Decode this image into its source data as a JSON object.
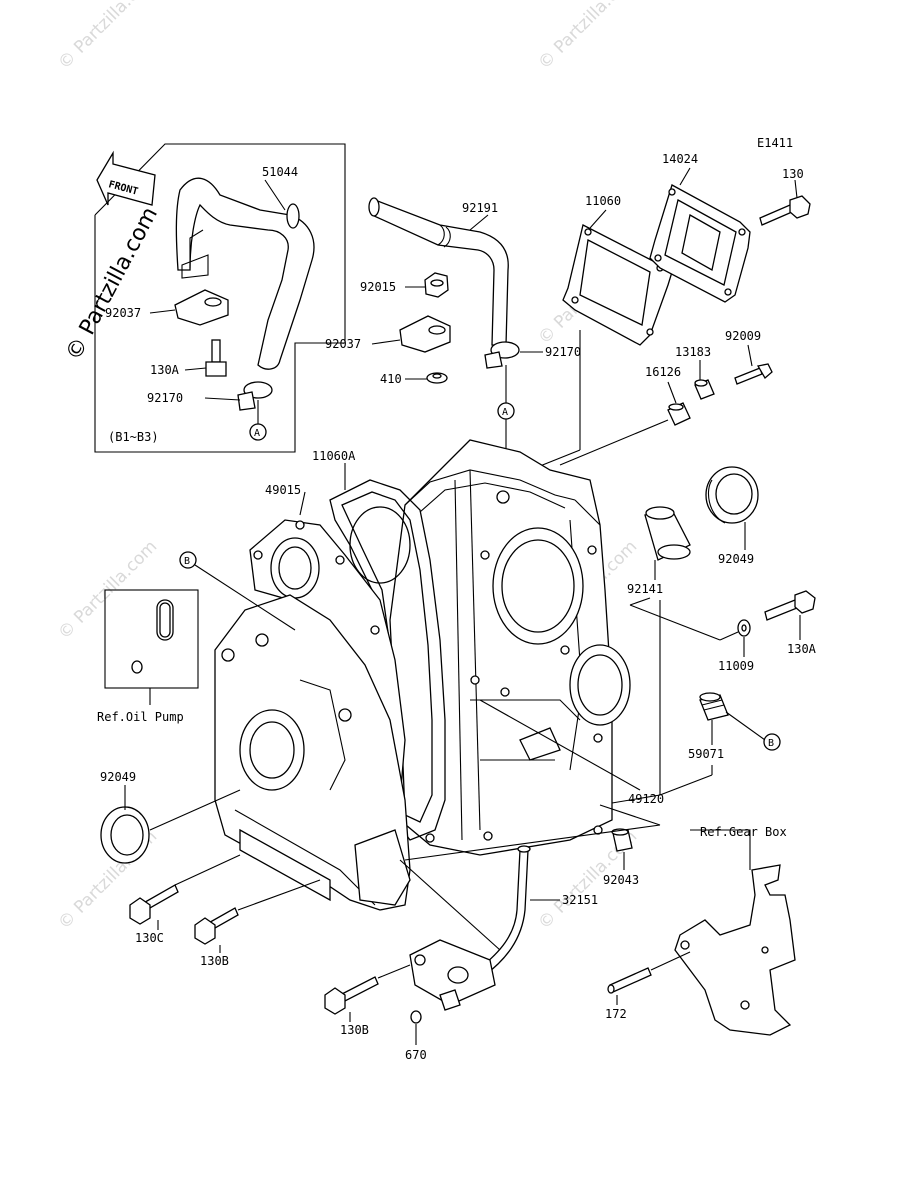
{
  "diagram_code": "E1411",
  "watermark_main": "© Partzilla.com",
  "watermark_faint": "© Partzilla.com",
  "front_label": "FRONT",
  "inset_variant": "(B1~B3)",
  "callouts": {
    "A": "A",
    "B": "B"
  },
  "reference_labels": {
    "oil_pump": "Ref.Oil Pump",
    "gear_box": "Ref.Gear Box"
  },
  "part_labels": {
    "p51044": "51044",
    "p92037_inset": "92037",
    "p130A_inset": "130A",
    "p92170_inset": "92170",
    "p92191": "92191",
    "p92015": "92015",
    "p92037": "92037",
    "p410": "410",
    "p92170": "92170",
    "p11060": "11060",
    "p14024": "14024",
    "p130": "130",
    "p92009": "92009",
    "p13183": "13183",
    "p16126": "16126",
    "p11060A": "11060A",
    "p49015": "49015",
    "p92049_right": "92049",
    "p92141": "92141",
    "p130A": "130A",
    "p11009": "11009",
    "p59071": "59071",
    "p49120": "49120",
    "p92049_left": "92049",
    "p130C": "130C",
    "p130B_upper": "130B",
    "p32151": "32151",
    "p92043": "92043",
    "p130B_lower": "130B",
    "p670": "670",
    "p172": "172"
  }
}
